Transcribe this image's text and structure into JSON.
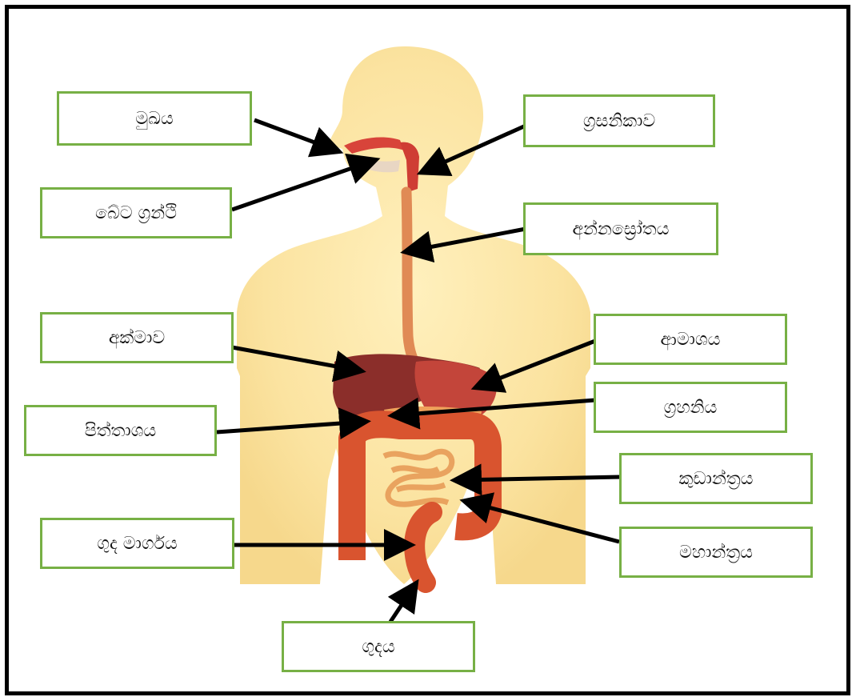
{
  "labels": {
    "mouth": "මුඛය",
    "salivary_glands": "බේට ග්‍රන්ථි",
    "pharynx": "ග්‍රසනිකාව",
    "oesophagus": "අන්නස්‍රෝතය",
    "liver": "අක්මාව",
    "stomach": "ආමාශය",
    "gall_bladder": "පිත්තාශය",
    "pancreas": "ග්‍රහනිය",
    "small_intestine": "කුඩාන්ත්‍රය",
    "large_intestine": "මහාන්ත්‍රය",
    "rectum": "ගුද මාර්ගය",
    "anus": "ගුදය"
  },
  "colors": {
    "label_border": "#77b045",
    "frame": "#000000",
    "body_skin": "#fce7a6",
    "organ_red": "#d9542f",
    "liver": "#8b2e2a"
  }
}
